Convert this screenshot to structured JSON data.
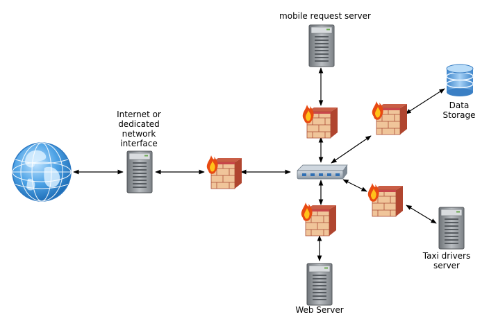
{
  "labels": {
    "gateway_line1": "Internet or",
    "gateway_line2": "dedicated",
    "gateway_line3": "network",
    "gateway_line4": "interface",
    "mobile_server": "mobile request server",
    "data_storage_line1": "Data",
    "data_storage_line2": "Storage",
    "taxi_line1": "Taxi drivers",
    "taxi_line2": "server",
    "web_server": "Web Server"
  },
  "icons": {
    "globe": "globe-icon",
    "server": "server-tower-icon",
    "firewall": "firewall-icon",
    "switch": "network-switch-icon",
    "database": "database-icon"
  },
  "colors": {
    "arrow": "#000000",
    "globe": "#3a8fd8",
    "firewall_brick": "#c8464a",
    "firewall_front": "#f2c9a0",
    "server_body": "#8a8f94",
    "switch_body": "#a9b3bd",
    "database": "#5aa0de"
  }
}
